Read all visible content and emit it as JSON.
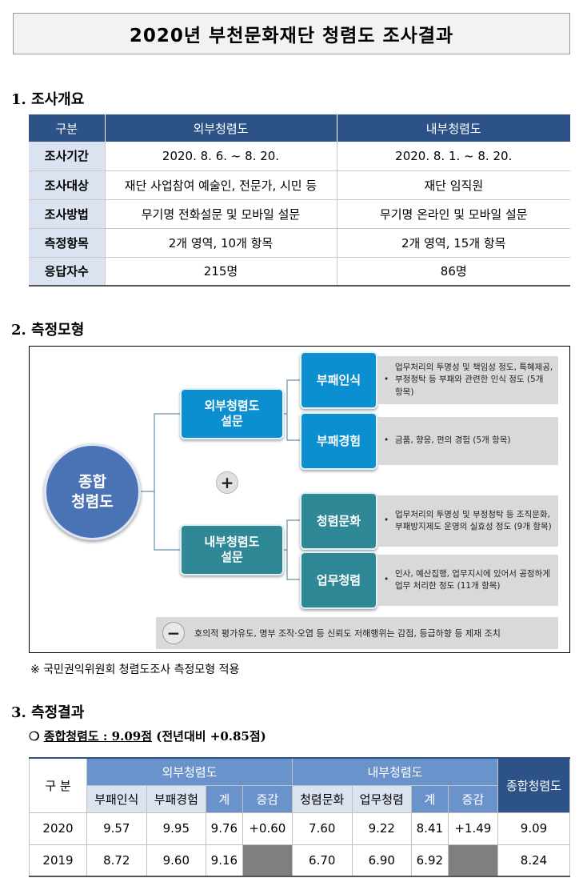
{
  "title": "2020년 부천문화재단 청렴도 조사결과",
  "section1": {
    "heading": "1. 조사개요",
    "headers": [
      "구분",
      "외부청렴도",
      "내부청렴도"
    ],
    "rows": [
      {
        "label": "조사기간",
        "external": "2020. 8. 6. ~ 8. 20.",
        "internal": "2020. 8. 1. ~ 8. 20."
      },
      {
        "label": "조사대상",
        "external": "재단 사업참여 예술인, 전문가, 시민 등",
        "internal": "재단 임직원"
      },
      {
        "label": "조사방법",
        "external": "무기명 전화설문 및 모바일 설문",
        "internal": "무기명 온라인 및 모바일 설문"
      },
      {
        "label": "측정항목",
        "external": "2개 영역, 10개 항목",
        "internal": "2개 영역, 15개 항목"
      },
      {
        "label": "응답자수",
        "external": "215명",
        "internal": "86명"
      }
    ]
  },
  "section2": {
    "heading": "2. 측정모형",
    "root": "종합\n청렴도",
    "external_node": "외부청렴도\n설문",
    "internal_node": "내부청렴도\n설문",
    "plus": "+",
    "leaves": [
      {
        "label": "부패인식",
        "desc": "업무처리의 투명성 및 책임성 정도, 특혜제공, 부정청탁 등 부패와 관련한 인식 정도 (5개 항목)"
      },
      {
        "label": "부패경험",
        "desc": "금품, 향응, 편의 경험 (5개 항목)"
      },
      {
        "label": "청렴문화",
        "desc": "업무처리의 투명성 및 부정청탁 등 조직문화, 부패방지제도 운영의 실효성 정도 (9개 항목)"
      },
      {
        "label": "업무청렴",
        "desc": "인사, 예산집행, 업무지시에 있어서 공정하게 업무 처리한 정도 (11개 항목)"
      }
    ],
    "minus": "−",
    "minus_text": "호의적 평가유도, 명부 조작·오염 등 신뢰도 저해행위는 감점, 등급하향 등 제재 조치",
    "bullet": "•",
    "note": "※ 국민권익위원회 청렴도조사 측정모형 적용"
  },
  "section3": {
    "heading": "3. 측정결과",
    "summary_marker": "❍",
    "summary_label": "종합청렴도 : 9.09점",
    "summary_extra": "(전년대비 +0.85점)",
    "gubun": "구 분",
    "external_group": "외부청렴도",
    "internal_group": "내부청렴도",
    "total": "종합청렴도",
    "subheaders": [
      "부패인식",
      "부패경험",
      "계",
      "증감",
      "청렴문화",
      "업무청렴",
      "계",
      "증감"
    ],
    "rows": [
      {
        "year": "2020",
        "v": [
          "9.57",
          "9.95",
          "9.76",
          "+0.60",
          "7.60",
          "9.22",
          "8.41",
          "+1.49"
        ],
        "total": "9.09"
      },
      {
        "year": "2019",
        "v": [
          "8.72",
          "9.60",
          "9.16",
          "",
          "6.70",
          "6.90",
          "6.92",
          ""
        ],
        "total": "8.24"
      }
    ]
  }
}
